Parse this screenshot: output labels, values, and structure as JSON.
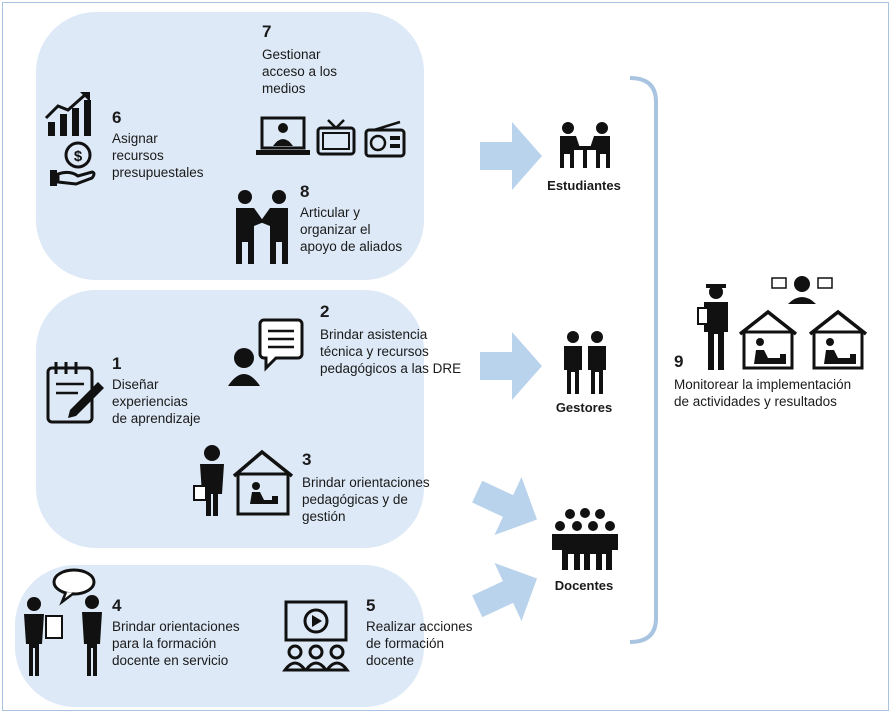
{
  "steps": [
    {
      "number": "1",
      "text": "Diseñar\nexperiencias\nde aprendizaje"
    },
    {
      "number": "2",
      "text": "Brindar asistencia\ntécnica y recursos\npedagógicos a las DRE"
    },
    {
      "number": "3",
      "text": "Brindar orientaciones\npedagógicas y de\ngestión"
    },
    {
      "number": "4",
      "text": "Brindar orientaciones\npara la formación\ndocente en servicio"
    },
    {
      "number": "5",
      "text": "Realizar acciones\nde formación\ndocente"
    },
    {
      "number": "6",
      "text": "Asignar\nrecursos\npresupuestales"
    },
    {
      "number": "7",
      "text": "Gestionar\nacceso a los\nmedios"
    },
    {
      "number": "8",
      "text": "Articular y\norganizar el\napoyo de aliados"
    },
    {
      "number": "9",
      "text": "Monitorear la implementación\nde actividades y resultados"
    }
  ],
  "targets": [
    "Estudiantes",
    "Gestores",
    "Docentes"
  ],
  "colors": {
    "panel": "#dde9f6",
    "arrow": "#b9d3ec",
    "bracket": "#a9c4e0",
    "icon": "#111111"
  },
  "icons": [
    "growth-chart-icon",
    "money-hand-icon",
    "laptop-teacher-icon",
    "tv-icon",
    "radio-icon",
    "handshake-icon",
    "speech-person-icon",
    "notepad-pencil-icon",
    "teacher-house-icon",
    "conversation-icon",
    "video-class-icon",
    "students-table-icon",
    "managers-icon",
    "teachers-group-icon",
    "monitor-icon"
  ]
}
